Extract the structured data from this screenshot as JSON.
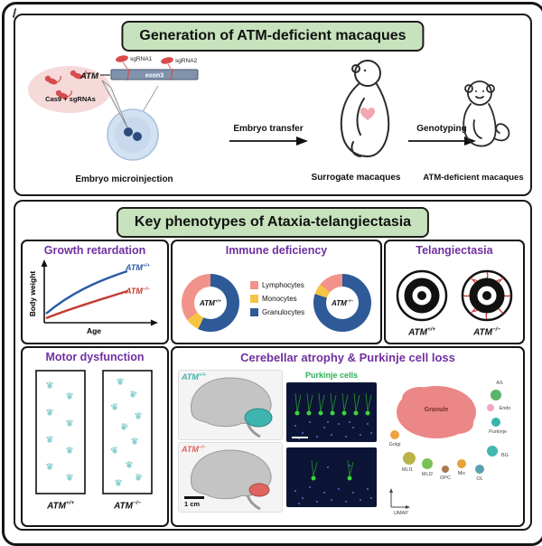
{
  "genotype": {
    "gene": "ATM",
    "wt": "+/+",
    "ko": "−/−"
  },
  "generation": {
    "title": "Generation of ATM-deficient macaques",
    "cas9_label": "Cas9 + sgRNAs",
    "gene_label": "ATM",
    "exon_label": "exon3",
    "sgrna1_label": "sgRNA1",
    "sgrna2_label": "sgRNA2",
    "step1_caption": "Embryo microinjection",
    "arrow1_label": "Embryo transfer",
    "step2_caption": "Surrogate macaques",
    "arrow2_label": "Genotyping",
    "step3_caption": "ATM-deficient macaques"
  },
  "phenotypes": {
    "title": "Key phenotypes of Ataxia-telangiectasia",
    "growth": {
      "title": "Growth retardation",
      "xlabel": "Age",
      "ylabel": "Body weight",
      "wt_color": "#2b5ca8",
      "ko_color": "#c43d32"
    },
    "immune": {
      "title": "Immune deficiency",
      "legend": [
        {
          "label": "Lymphocytes",
          "color": "#f2938b"
        },
        {
          "label": "Monocytes",
          "color": "#f6c443"
        },
        {
          "label": "Granulocytes",
          "color": "#2e5a97"
        }
      ]
    },
    "telangiectasia": {
      "title": "Telangiectasia",
      "vessel_color": "#cc2b20"
    },
    "motor": {
      "title": "Motor dysfunction",
      "print_color": "#7ccaca"
    },
    "cerebellum": {
      "title": "Cerebellar atrophy & Purkinje cell loss",
      "wt_color": "#3fb3ad",
      "ko_color": "#e0635f",
      "purkinje_title": "Purkinje cells",
      "scale_label": "1 cm",
      "umap_axis": "UMAP",
      "clusters": [
        {
          "label": "Granule",
          "color": "#ec8787"
        },
        {
          "label": "AS",
          "color": "#5cb36a"
        },
        {
          "label": "Endo",
          "color": "#f0a6c8"
        },
        {
          "label": "Purkinje",
          "color": "#35b5ac"
        },
        {
          "label": "Golgi",
          "color": "#f0a040"
        },
        {
          "label": "MLI1",
          "color": "#b8b44a"
        },
        {
          "label": "MLI2",
          "color": "#79c055"
        },
        {
          "label": "OPC",
          "color": "#a8784e"
        },
        {
          "label": "Mic",
          "color": "#e8a23c"
        },
        {
          "label": "OL",
          "color": "#5a9fb0"
        },
        {
          "label": "BG",
          "color": "#43b8ae"
        }
      ]
    }
  },
  "chart_data": [
    {
      "type": "line",
      "title": "Growth retardation",
      "xlabel": "Age",
      "ylabel": "Body weight",
      "x": [
        0,
        1,
        2,
        3,
        4
      ],
      "series": [
        {
          "name": "ATM+/+",
          "color": "#2b5ca8",
          "values": [
            10,
            28,
            42,
            54,
            63
          ]
        },
        {
          "name": "ATM−/−",
          "color": "#c43d32",
          "values": [
            6,
            16,
            26,
            34,
            40
          ]
        }
      ],
      "legend_position": "right"
    },
    {
      "type": "pie",
      "title": "Immune deficiency — ATM+/+",
      "labels": [
        "Granulocytes",
        "Monocytes",
        "Lymphocytes"
      ],
      "values": [
        57,
        8,
        35
      ],
      "colors": [
        "#2e5a97",
        "#f6c443",
        "#f2938b"
      ]
    },
    {
      "type": "pie",
      "title": "Immune deficiency — ATM−/−",
      "labels": [
        "Granulocytes",
        "Monocytes",
        "Lymphocytes"
      ],
      "values": [
        80,
        6,
        14
      ],
      "colors": [
        "#2e5a97",
        "#f6c443",
        "#f2938b"
      ]
    }
  ]
}
